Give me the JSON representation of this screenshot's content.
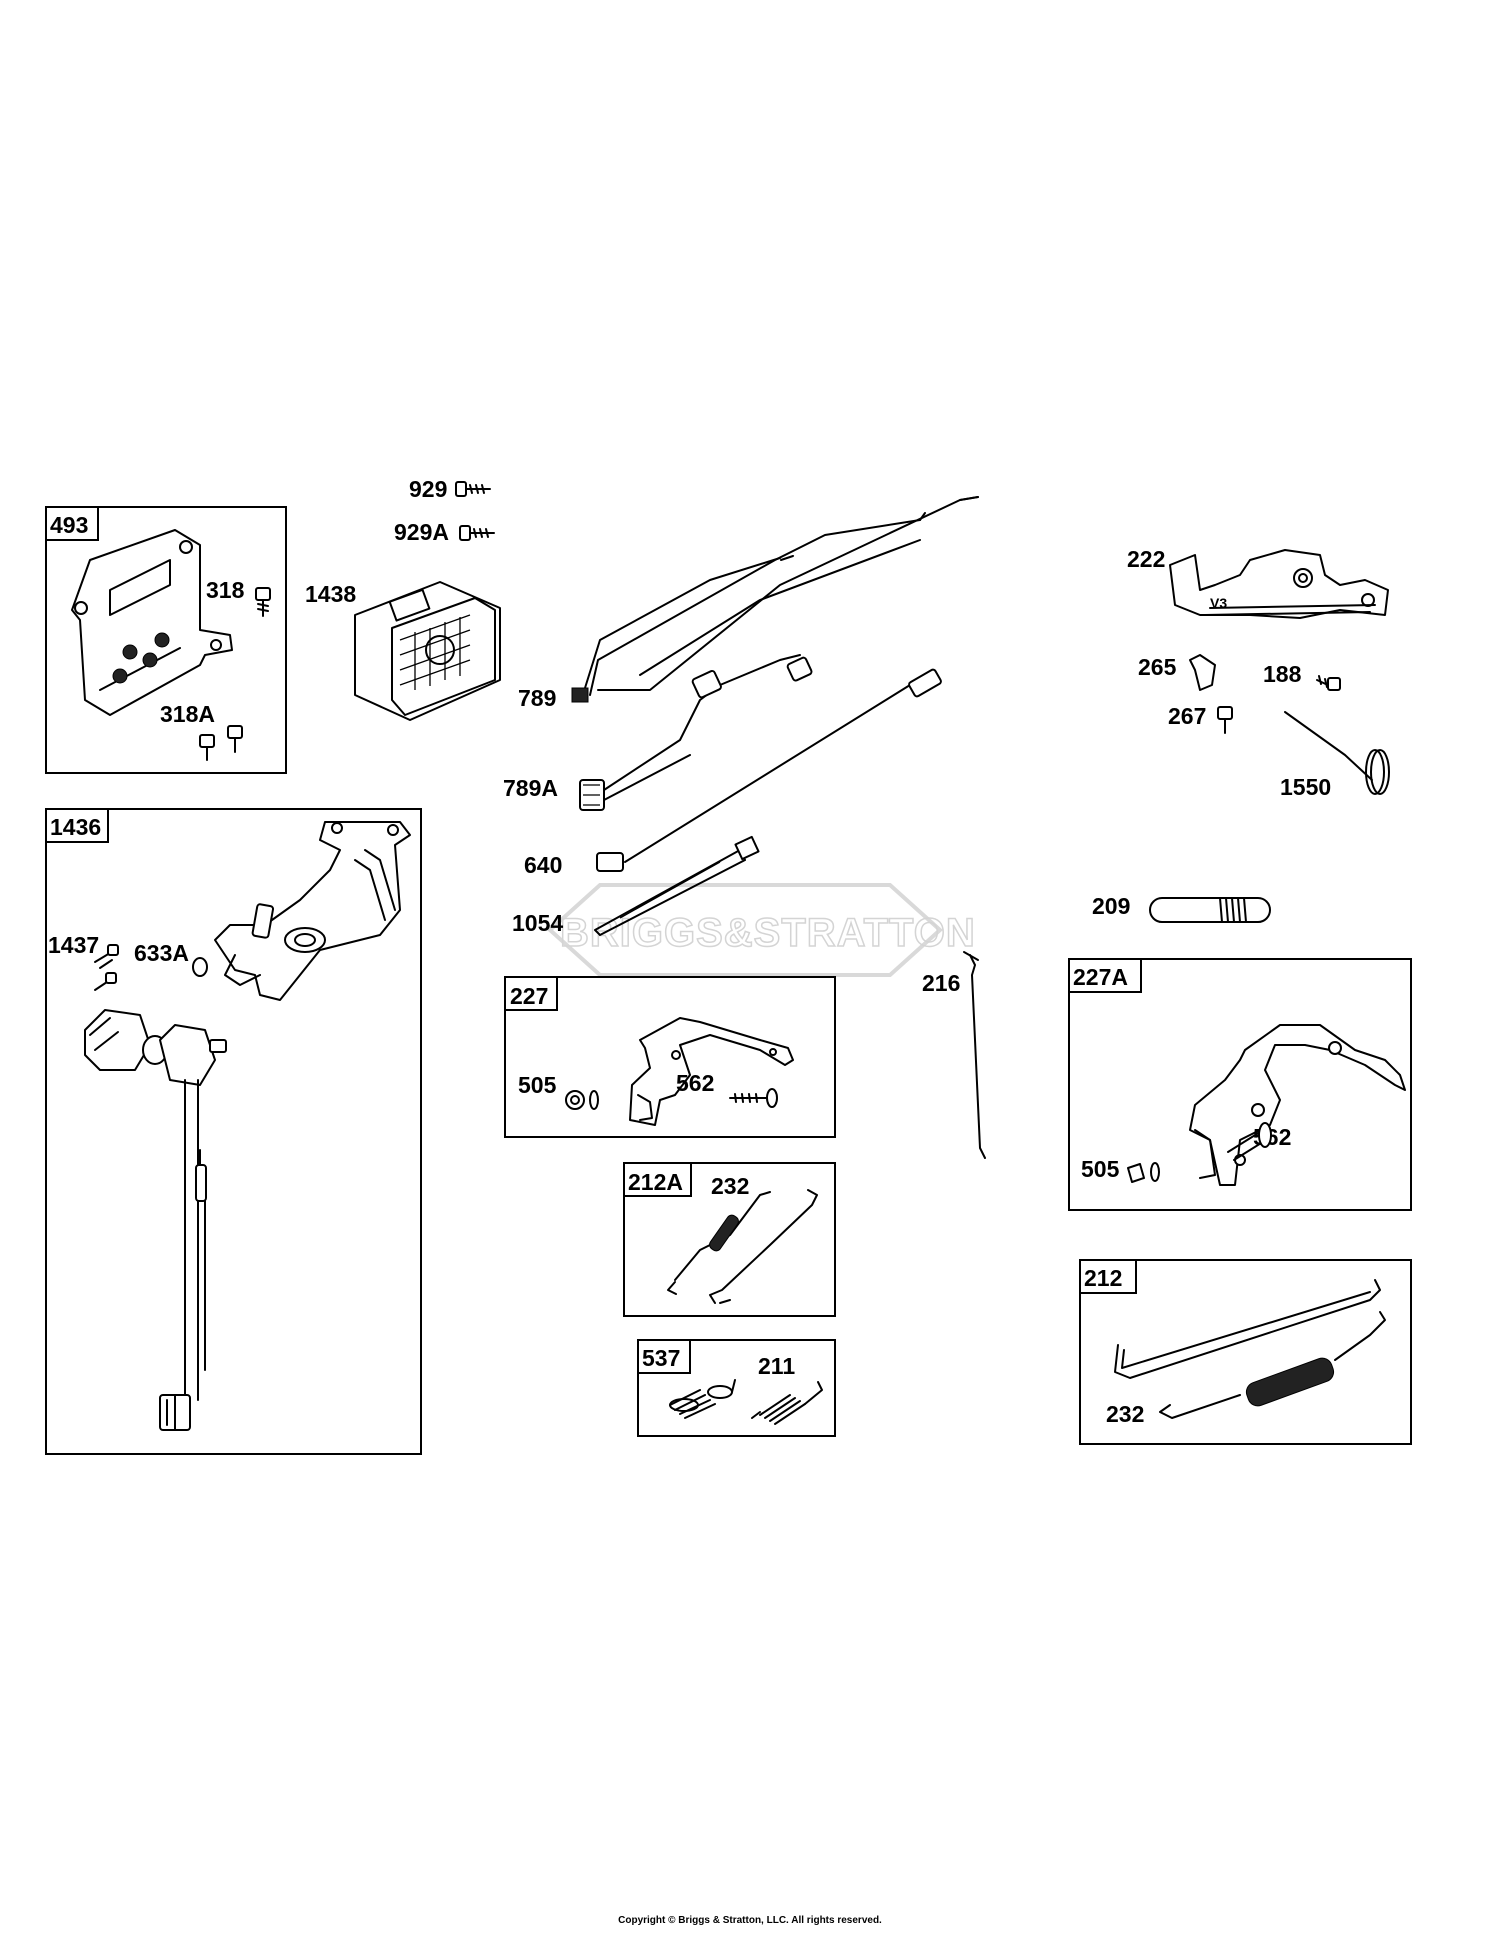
{
  "diagram": {
    "boxes": [
      {
        "id": "box-493",
        "tag": "493"
      },
      {
        "id": "box-1436",
        "tag": "1436"
      },
      {
        "id": "box-227",
        "tag": "227"
      },
      {
        "id": "box-227A",
        "tag": "227A"
      },
      {
        "id": "box-212A",
        "tag": "212A"
      },
      {
        "id": "box-537",
        "tag": "537"
      },
      {
        "id": "box-212",
        "tag": "212"
      }
    ],
    "callouts": [
      "318",
      "318A",
      "929",
      "929A",
      "1438",
      "789",
      "789A",
      "640",
      "1054",
      "222",
      "265",
      "188",
      "267",
      "1550",
      "209",
      "216",
      "1437",
      "633A",
      "505",
      "562",
      "232",
      "211"
    ],
    "watermark": "BRIGGS&STRATTON",
    "footer": "Copyright © Briggs & Stratton, LLC. All rights reserved."
  }
}
